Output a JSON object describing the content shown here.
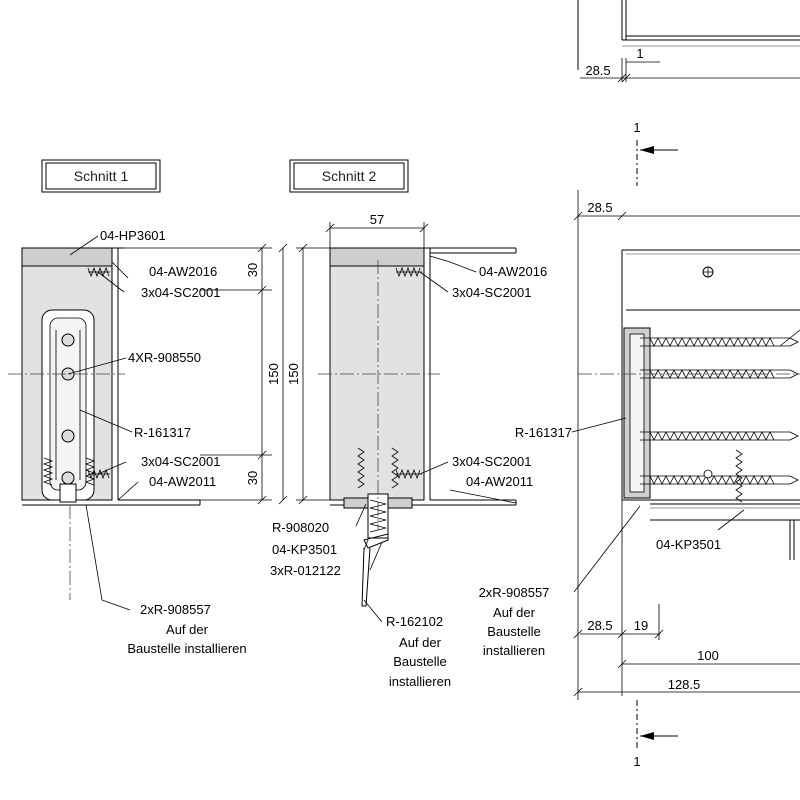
{
  "section_titles": {
    "schnitt_1": "Schnitt 1",
    "schnitt_2": "Schnitt 2"
  },
  "schnitt_1": {
    "part_hp3601": "04-HP3601",
    "part_aw2016": "04-AW2016",
    "part_sc2001_top": "3x04-SC2001",
    "part_908550": "4XR-908550",
    "part_161317": "R-161317",
    "part_sc2001_bottom": "3x04-SC2001",
    "part_aw2011": "04-AW2011",
    "part_908557": "2xR-908557",
    "note_line1": "Auf der",
    "note_line2": "Baustelle installieren",
    "dim_30_top": "30",
    "dim_150": "150",
    "dim_30_bottom": "30"
  },
  "schnitt_2": {
    "dim_57": "57",
    "dim_150": "150",
    "part_aw2016": "04-AW2016",
    "part_sc2001_top": "3x04-SC2001",
    "part_sc2001_bottom": "3x04-SC2001",
    "part_aw2011": "04-AW2011",
    "part_908020": "R-908020",
    "part_kp3501": "04-KP3501",
    "part_012122": "3xR-012122",
    "part_162102": "R-162102",
    "note_line1": "Auf der",
    "note_line2": "Baustelle",
    "note_line3": "installieren"
  },
  "detail": {
    "dim_28_5_top": "28.5",
    "dim_1": "1",
    "section_mark_top": "1",
    "dim_28_5_mid": "28.5",
    "part_161317": "R-161317",
    "part_kp3501": "04-KP3501",
    "part_908557": "2xR-908557",
    "note_line1": "Auf der",
    "note_line2": "Baustelle",
    "note_line3": "installieren",
    "dim_28_5_bottom": "28.5",
    "dim_19": "19",
    "dim_100": "100",
    "dim_128_5": "128.5",
    "section_mark_bottom": "1"
  }
}
